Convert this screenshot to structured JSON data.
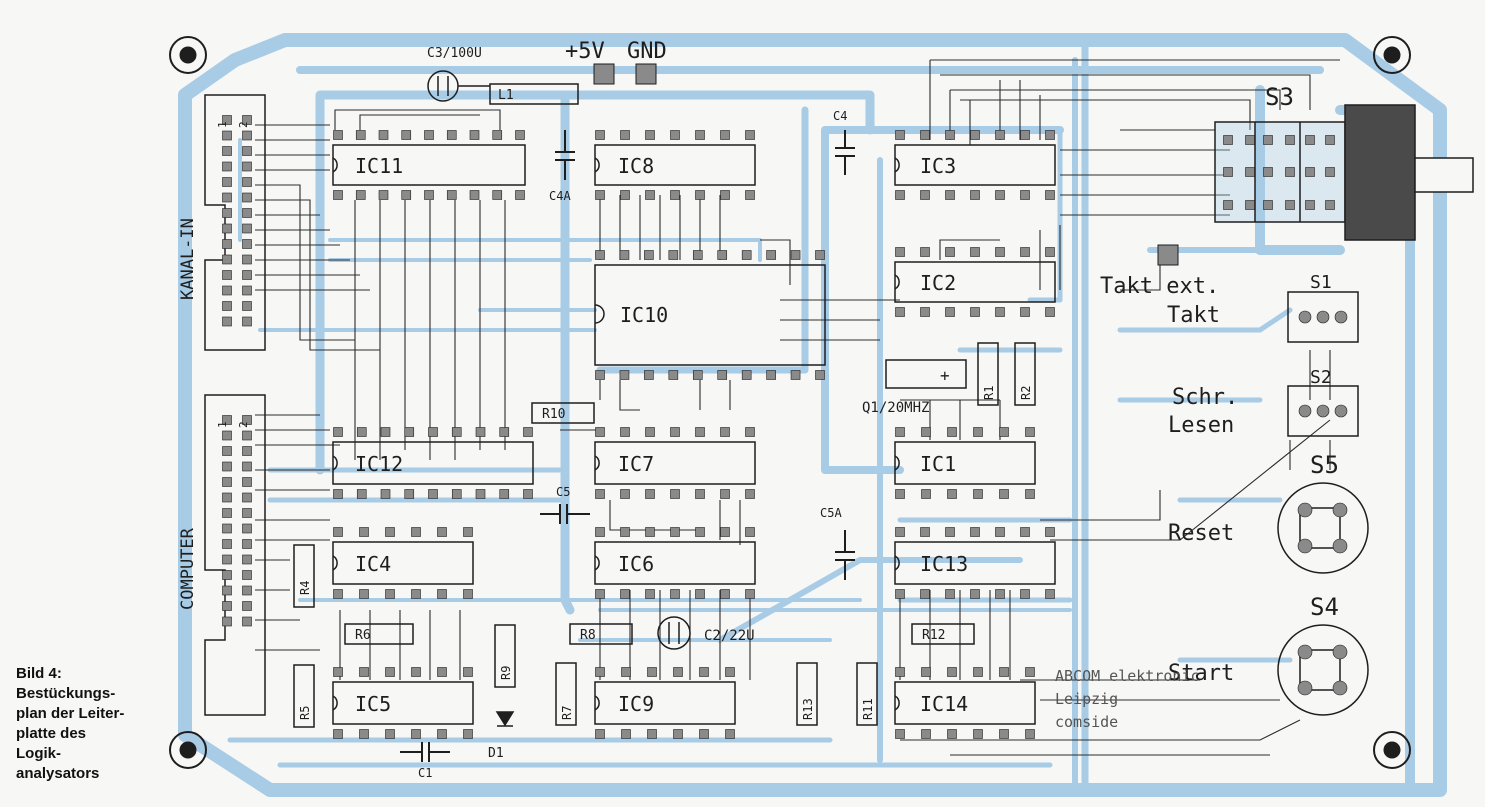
{
  "caption": {
    "lines": [
      "Bild 4:",
      "Bestückungs-",
      "plan der Leiter-",
      "platte des",
      "Logik-",
      "analysators"
    ]
  },
  "connectors": {
    "kanal_in": "KANAL-IN",
    "computer": "COMPUTER",
    "pin1": "1",
    "pin2": "2"
  },
  "power": {
    "plus": "+5V",
    "gnd": "GND"
  },
  "chips": {
    "ic11": "IC11",
    "ic8": "IC8",
    "ic3": "IC3",
    "ic2": "IC2",
    "ic10": "IC10",
    "ic12": "IC12",
    "ic7": "IC7",
    "ic1": "IC1",
    "ic4": "IC4",
    "ic6": "IC6",
    "ic13": "IC13",
    "ic5": "IC5",
    "ic9": "IC9",
    "ic14": "IC14"
  },
  "passives": {
    "c3": "C3/100U",
    "l1": "L1",
    "c4": "C4",
    "c4a": "C4A",
    "c5": "C5",
    "c5a": "C5A",
    "c1": "C1",
    "c2": "C2/22U",
    "r1": "R1",
    "r2": "R2",
    "r4": "R4",
    "r5": "R5",
    "r6": "R6",
    "r7": "R7",
    "r8": "R8",
    "r9": "R9",
    "r10": "R10",
    "r11": "R11",
    "r12": "R12",
    "r13": "R13",
    "d1": "D1",
    "q1": "Q1/20MHZ"
  },
  "switches": {
    "s1": "S1",
    "s2": "S2",
    "s3": "S3",
    "s4": "S4",
    "s5": "S5",
    "takt_ext": "Takt ext.",
    "takt": "Takt",
    "schr": "Schr.",
    "lesen": "Lesen",
    "reset": "Reset",
    "start": "Start"
  },
  "imprint": {
    "line1": "ABCOM elektronic",
    "line2": "Leipzig",
    "line3": "comside"
  },
  "colors": {
    "trace": "#a8cbe6",
    "ink": "#1e1e1e",
    "pad": "#8a8a8a",
    "paper": "#f7f7f5"
  }
}
